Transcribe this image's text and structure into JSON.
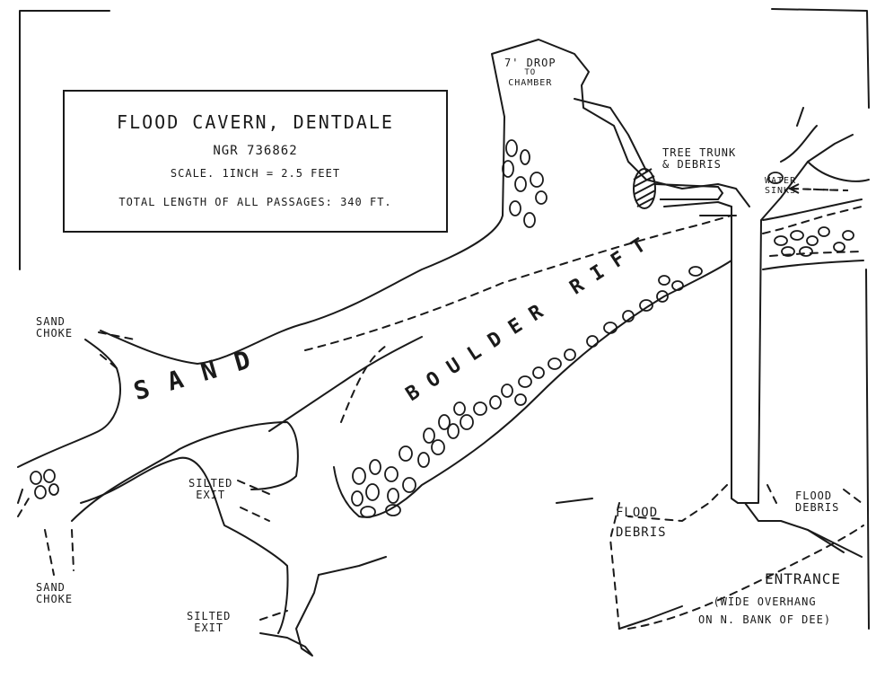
{
  "title_box": {
    "title": "FLOOD CAVERN, DENTDALE",
    "ngr": "NGR 736862",
    "scale": "SCALE. 1INCH = 2.5 FEET",
    "total_length": "TOTAL LENGTH OF ALL PASSAGES: 340 FT."
  },
  "labels": {
    "drop": [
      "7' DROP",
      "TO",
      "CHAMBER"
    ],
    "tree_trunk": [
      "TREE TRUNK",
      "& DEBRIS"
    ],
    "water_sinks": [
      "WATER",
      "SINKS"
    ],
    "sand_choke_top": [
      "SAND",
      "CHOKE"
    ],
    "sand_choke_bottom": [
      "SAND",
      "CHOKE"
    ],
    "sand": "SAND",
    "boulder_rift": "BOULDER RIFT",
    "silted_exit_1": [
      "SILTED",
      "EXIT"
    ],
    "silted_exit_2": [
      "SILTED",
      "EXIT"
    ],
    "flood_debris_left": [
      "FLOOD",
      "DEBRIS"
    ],
    "flood_debris_right": [
      "FLOOD",
      "DEBRIS"
    ],
    "entrance": "ENTRANCE",
    "entrance_note": [
      "(WIDE OVERHANG",
      "ON N. BANK OF DEE)"
    ]
  },
  "colors": {
    "ink": "#1a1a1a",
    "paper": "#ffffff"
  }
}
